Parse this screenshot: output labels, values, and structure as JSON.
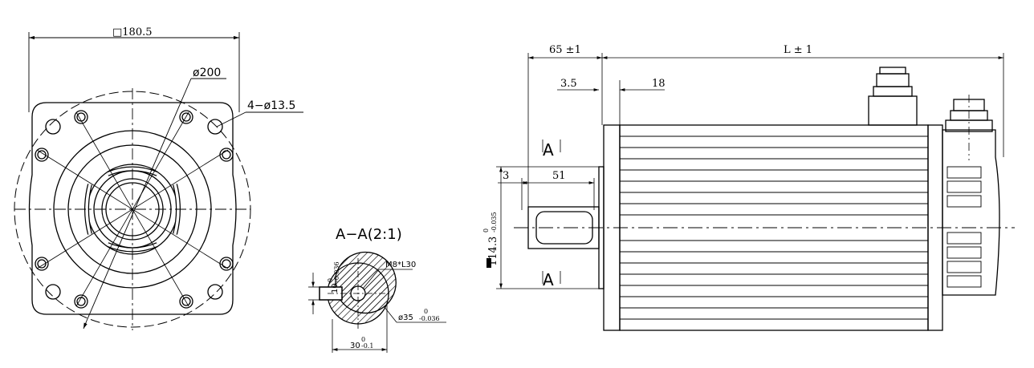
{
  "front_view": {
    "square_dim": "□180.5",
    "circle_dim": "ø200",
    "holes_dim": "4−ø13.5"
  },
  "section_view": {
    "title": "A−A(2:1)",
    "thread": "M8*L30",
    "key_width": "10",
    "key_width_tol_upper": "0",
    "key_width_tol_lower": "-0.036",
    "shaft_dia": "ø35",
    "shaft_dia_tol_upper": "0",
    "shaft_dia_tol_lower": "-0.036",
    "key_depth": "30",
    "key_depth_tol_upper": "0",
    "key_depth_tol_lower": "-0.1"
  },
  "side_view": {
    "shaft_length": "65 ±1",
    "body_length": "L ± 1",
    "flange_thickness": "3.5",
    "spigot_dim": "18",
    "key_offset": "3",
    "key_length": "51",
    "section_label_top": "A",
    "section_label_bottom": "A",
    "pilot_dia": "114.3",
    "pilot_tol_upper": "0",
    "pilot_tol_lower": "-0.035"
  }
}
